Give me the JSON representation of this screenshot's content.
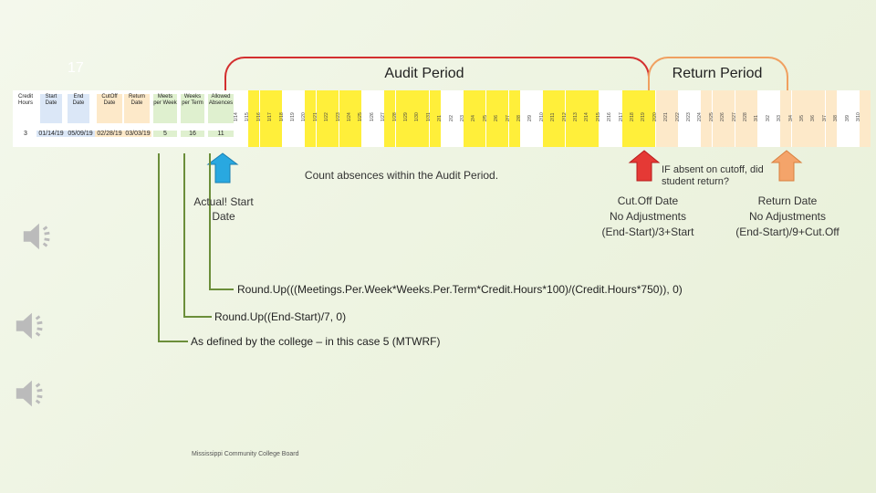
{
  "slide_number": "17",
  "audit_period_label": "Audit Period",
  "return_period_label": "Return Period",
  "table": {
    "headers": [
      "Credit Hours",
      "Start Date",
      "End Date",
      "CutOff Date",
      "Return Date",
      "Meets per Week",
      "Weeks per Term",
      "Allowed Absences"
    ],
    "values": [
      "3",
      "01/14/19",
      "05/09/19",
      "02/28/19",
      "03/03/19",
      "5",
      "16",
      "11"
    ],
    "date_columns": [
      "1/14",
      "1/15",
      "1/16",
      "1/17",
      "1/18",
      "1/19",
      "1/20",
      "1/21",
      "1/22",
      "1/23",
      "1/24",
      "1/25",
      "1/26",
      "1/27",
      "1/28",
      "1/29",
      "1/30",
      "1/31",
      "2/1",
      "2/2",
      "2/3",
      "2/4",
      "2/5",
      "2/6",
      "2/7",
      "2/8",
      "2/9",
      "2/10",
      "2/11",
      "2/12",
      "2/13",
      "2/14",
      "2/15",
      "2/16",
      "2/17",
      "2/18",
      "2/19",
      "2/20",
      "2/21",
      "2/22",
      "2/23",
      "2/24",
      "2/25",
      "2/26",
      "2/27",
      "2/28",
      "3/1",
      "3/2",
      "3/3",
      "3/4",
      "3/5",
      "3/6",
      "3/7",
      "3/8",
      "3/9",
      "3/10"
    ]
  },
  "callouts": {
    "count_absences": "Count absences within the Audit Period.",
    "if_absent": "IF absent on cutoff, did student return?",
    "actual_start": "Actual! Start Date",
    "cutoff_line1": "Cut.Off Date",
    "cutoff_line2": "No Adjustments",
    "cutoff_line3": "(End-Start)/3+Start",
    "return_line1": "Return Date",
    "return_line2": "No Adjustments",
    "return_line3": "(End-Start)/9+Cut.Off"
  },
  "formulas": {
    "allowed": "Round.Up(((Meetings.Per.Week*Weeks.Per.Term*Credit.Hours*100)/(Credit.Hours*750)), 0)",
    "weeks": "Round.Up((End-Start)/7, 0)",
    "meets": "As defined by the college – in this case 5 (MTWRF)"
  },
  "footer": "Mississippi Community College Board",
  "colors": {
    "audit": "#d32f2f",
    "return": "#f0a060",
    "highlight": "#ffef3a",
    "arrow_blue": "#29a8e0",
    "arrow_red": "#e53935",
    "arrow_orange": "#f4a46a"
  }
}
